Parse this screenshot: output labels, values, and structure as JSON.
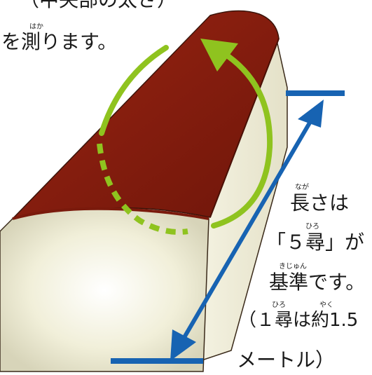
{
  "caption_left": {
    "line1": "（中央部の太さ）",
    "line2": "を測ります。",
    "ruby_hakari": "はか"
  },
  "caption_right": {
    "line1": "長さは",
    "line2": "「５尋」が",
    "line3": "基準です。",
    "line4": "（１尋は約1.5",
    "line5": "メートル）",
    "ruby_naga": "なが",
    "ruby_hiro1": "ひろ",
    "ruby_kijun": "きじゅん",
    "ruby_hiro2": "ひろ",
    "ruby_yaku": "やく"
  },
  "colors": {
    "bark": "#8b1e10",
    "bark_dark": "#5e1208",
    "wood": "#f3f0dc",
    "wood_shade": "#d9d6bd",
    "green_arrow": "#8fc31f",
    "blue_arrow": "#1763b2"
  }
}
